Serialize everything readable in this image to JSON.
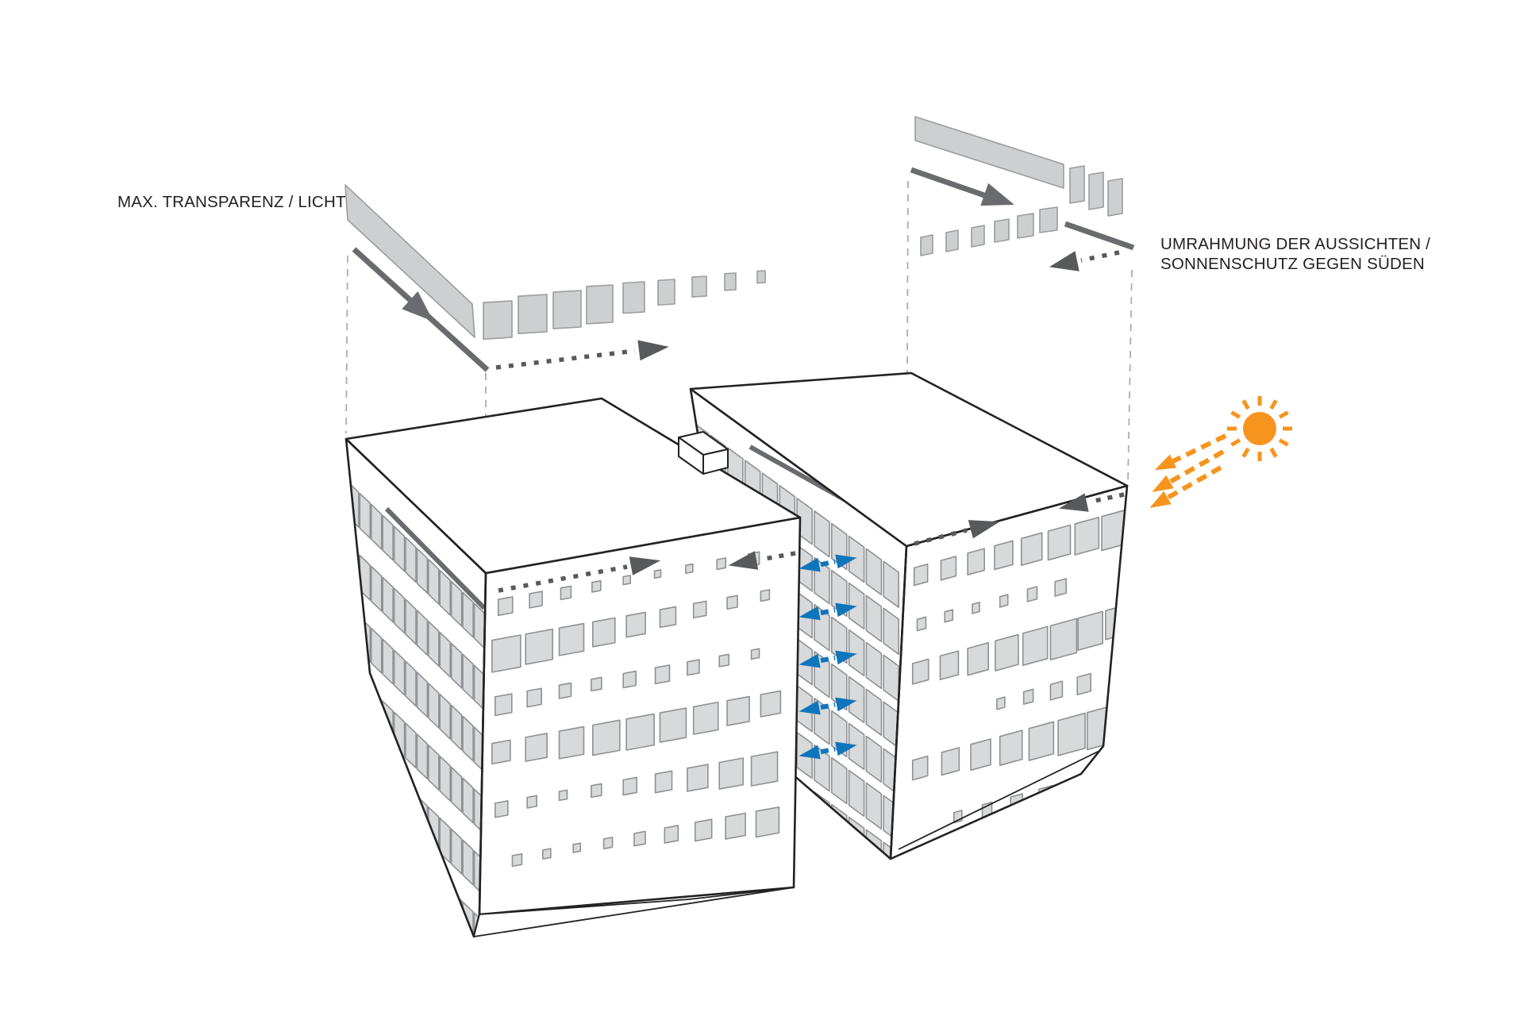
{
  "diagram": {
    "label_left": "MAX. TRANSPARENZ / LICHT",
    "label_right_line1": "UMRAHMUNG DER AUSSICHTEN /",
    "label_right_line2": "SONNENSCHUTZ GEGEN SÜDEN"
  },
  "colors": {
    "background": "#ffffff",
    "outline": "#222225",
    "window_fill": "#d8d9da",
    "window_stroke": "#8f9194",
    "panel_fill": "#cdcfd0",
    "panel_stroke": "#9a9c9e",
    "rail_gray": "#6a6b6e",
    "dotted_gray": "#58595b",
    "leader_gray": "#abadb0",
    "sun_orange": "#f7941e",
    "flow_blue": "#0f75bc",
    "text": "#231f20"
  }
}
